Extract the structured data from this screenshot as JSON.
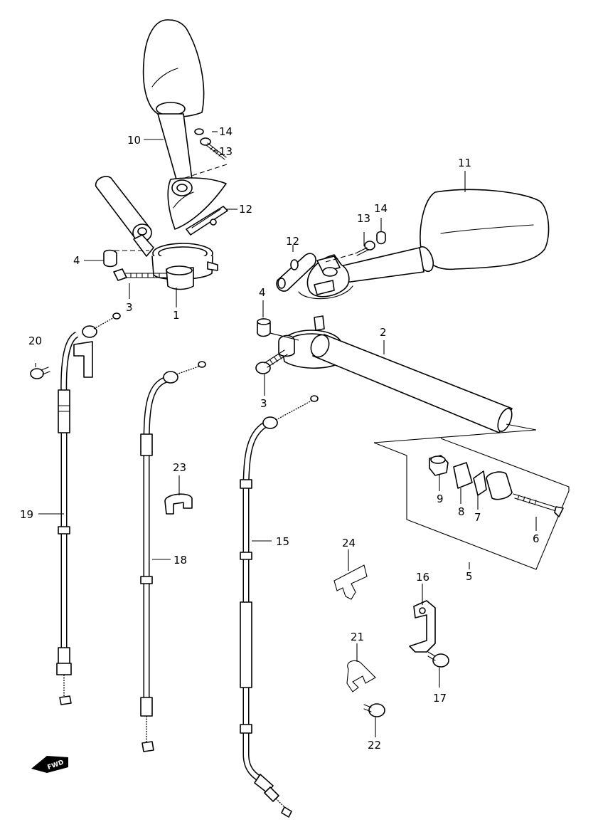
{
  "callouts": [
    {
      "id": "1",
      "label": "1"
    },
    {
      "id": "2",
      "label": "2"
    },
    {
      "id": "3a",
      "label": "3"
    },
    {
      "id": "3b",
      "label": "3"
    },
    {
      "id": "4a",
      "label": "4"
    },
    {
      "id": "4b",
      "label": "4"
    },
    {
      "id": "5",
      "label": "5"
    },
    {
      "id": "6",
      "label": "6"
    },
    {
      "id": "7",
      "label": "7"
    },
    {
      "id": "8",
      "label": "8"
    },
    {
      "id": "9",
      "label": "9"
    },
    {
      "id": "10",
      "label": "10"
    },
    {
      "id": "11",
      "label": "11"
    },
    {
      "id": "12a",
      "label": "12"
    },
    {
      "id": "12b",
      "label": "12"
    },
    {
      "id": "13a",
      "label": "13"
    },
    {
      "id": "13b",
      "label": "13"
    },
    {
      "id": "14a",
      "label": "14"
    },
    {
      "id": "14b",
      "label": "14"
    },
    {
      "id": "15",
      "label": "15"
    },
    {
      "id": "16",
      "label": "16"
    },
    {
      "id": "17",
      "label": "17"
    },
    {
      "id": "18",
      "label": "18"
    },
    {
      "id": "19",
      "label": "19"
    },
    {
      "id": "20",
      "label": "20"
    },
    {
      "id": "21",
      "label": "21"
    },
    {
      "id": "22",
      "label": "22"
    },
    {
      "id": "23",
      "label": "23"
    },
    {
      "id": "24",
      "label": "24"
    }
  ],
  "fwd_arrow": {
    "label": "FWD",
    "icon": "forward-arrow-icon"
  }
}
